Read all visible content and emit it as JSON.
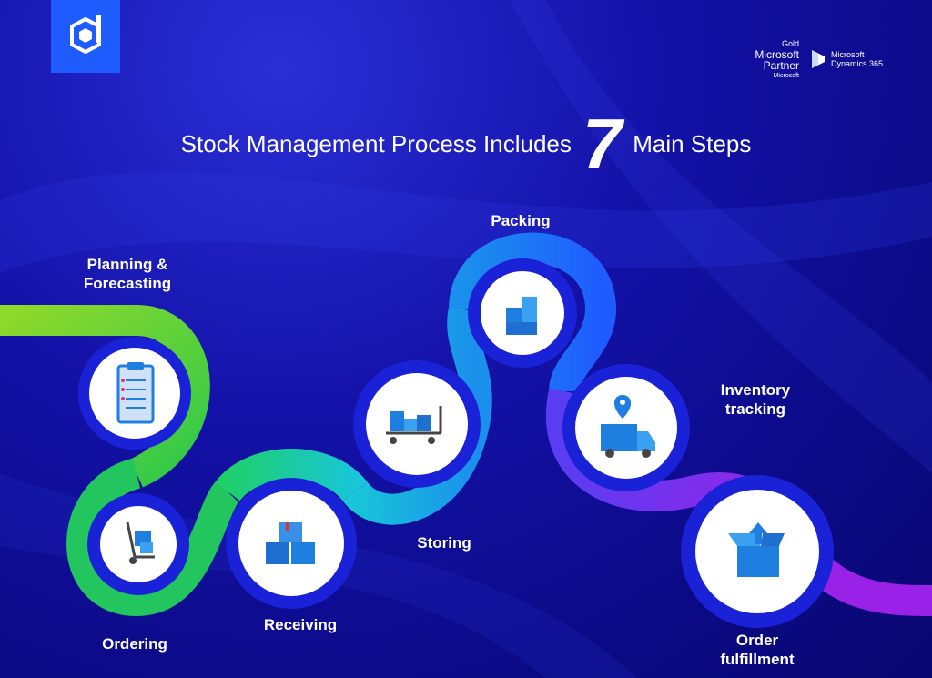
{
  "header": {
    "title_before": "Stock Management Process Includes",
    "title_number": "7",
    "title_after": "Main Steps"
  },
  "partner_badge": {
    "line1": "Gold",
    "line2": "Microsoft",
    "line3": "Partner",
    "line4": "Microsoft"
  },
  "dynamics_badge": {
    "line1": "Microsoft",
    "line2": "Dynamics 365"
  },
  "steps": [
    {
      "label_line1": "Planning &",
      "label_line2": "Forecasting",
      "icon": "clipboard-icon",
      "color": "#7ed321"
    },
    {
      "label_line1": "Ordering",
      "label_line2": "",
      "icon": "hand-truck-icon",
      "color": "#22c55e"
    },
    {
      "label_line1": "Receiving",
      "label_line2": "",
      "icon": "boxes-stack-icon",
      "color": "#18c6d8"
    },
    {
      "label_line1": "Storing",
      "label_line2": "",
      "icon": "cart-boxes-icon",
      "color": "#1aa0e8"
    },
    {
      "label_line1": "Packing",
      "label_line2": "",
      "icon": "packing-boxes-icon",
      "color": "#1f6fff"
    },
    {
      "label_line1": "Inventory",
      "label_line2": "tracking",
      "icon": "delivery-truck-icon",
      "color": "#6a3df0"
    },
    {
      "label_line1": "Order",
      "label_line2": "fulfillment",
      "icon": "open-box-icon",
      "color": "#9a22e8"
    }
  ],
  "colors": {
    "background": "#1412a8",
    "circle_ring": "#1a22d8",
    "icon_blue": "#1f7fe0",
    "accent_blue": "#1f5cff"
  }
}
